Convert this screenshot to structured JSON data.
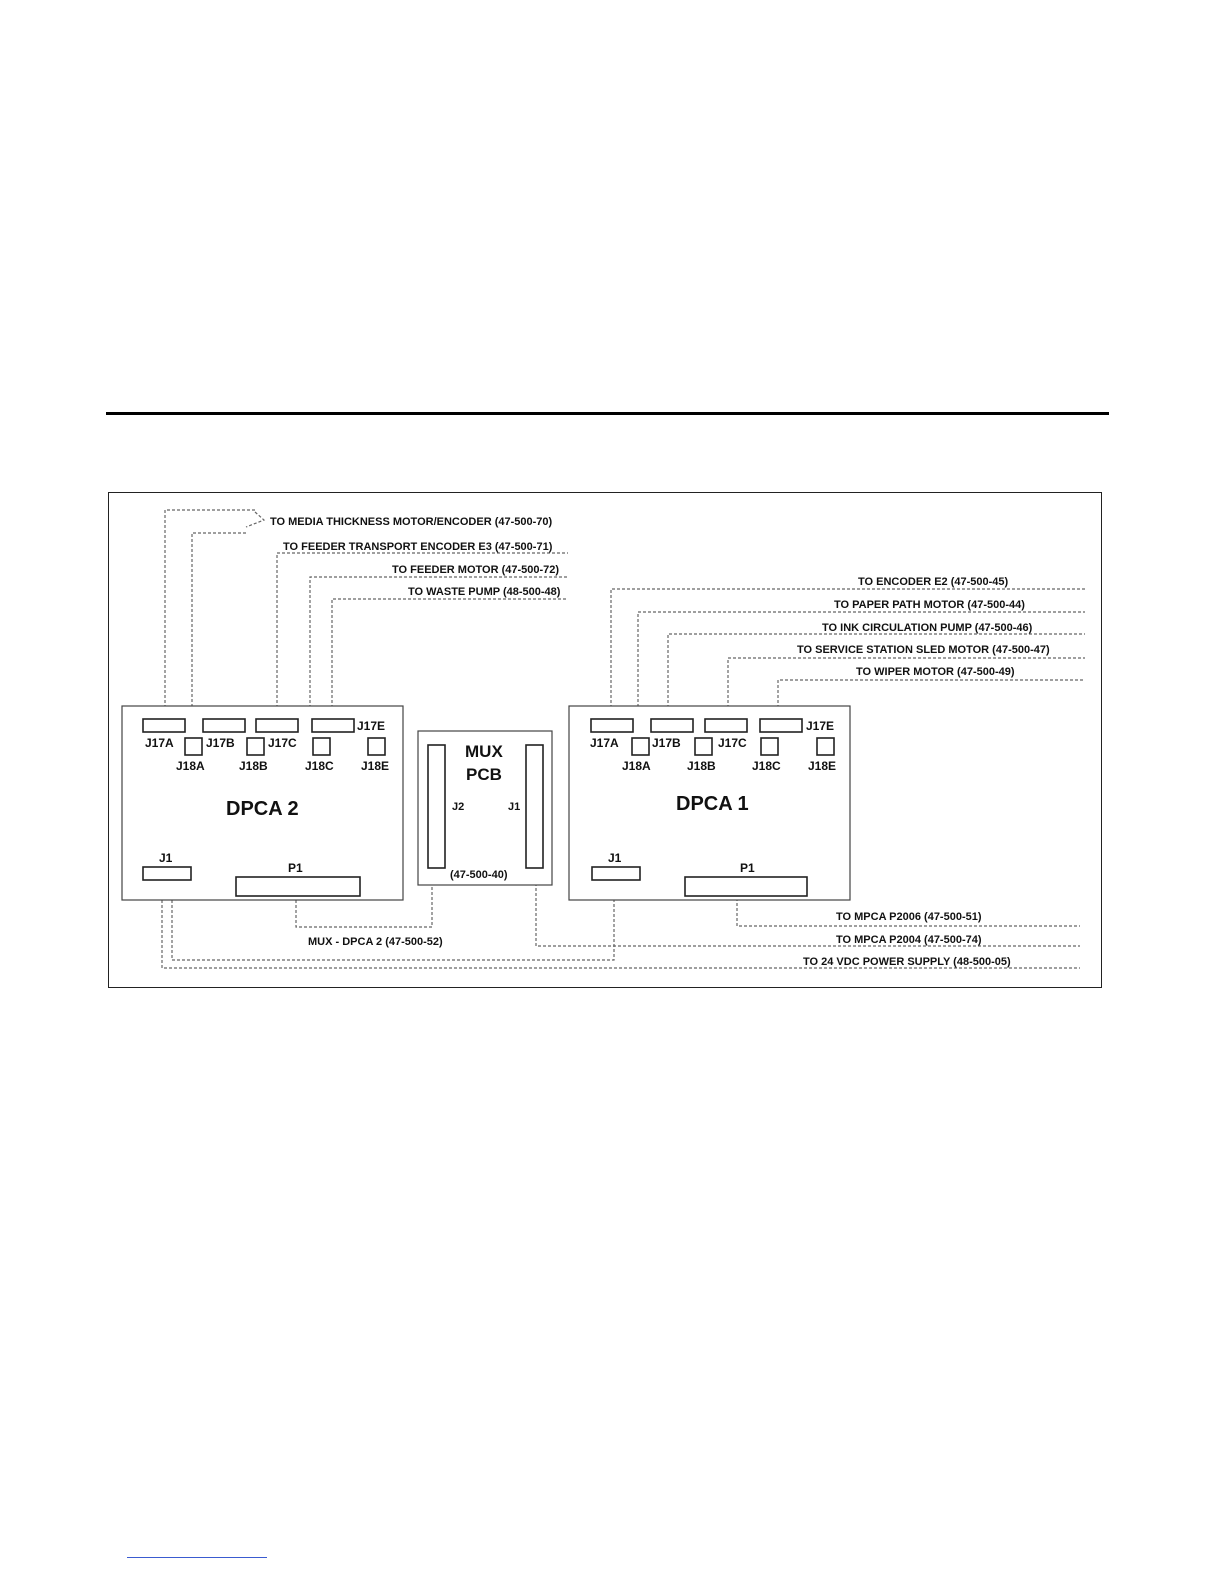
{
  "cables_top_left": [
    {
      "id": "c70",
      "text": "TO MEDIA THICKNESS MOTOR/ENCODER (47-500-70)"
    },
    {
      "id": "c71",
      "text": "TO FEEDER TRANSPORT ENCODER E3 (47-500-71)"
    },
    {
      "id": "c72",
      "text": "TO FEEDER MOTOR (47-500-72)"
    },
    {
      "id": "c48",
      "text": "TO WASTE PUMP (48-500-48)"
    }
  ],
  "cables_top_right": [
    {
      "id": "c45",
      "text": "TO ENCODER E2 (47-500-45)"
    },
    {
      "id": "c44",
      "text": "TO PAPER PATH MOTOR (47-500-44)"
    },
    {
      "id": "c46",
      "text": "TO INK CIRCULATION PUMP (47-500-46)"
    },
    {
      "id": "c47",
      "text": "TO SERVICE STATION SLED MOTOR (47-500-47)"
    },
    {
      "id": "c49",
      "text": "TO WIPER MOTOR (47-500-49)"
    }
  ],
  "cables_bottom": [
    {
      "id": "c51",
      "text": "TO MPCA P2006 (47-500-51)"
    },
    {
      "id": "c74",
      "text": "TO MPCA P2004 (47-500-74)"
    },
    {
      "id": "c05",
      "text": "TO 24 VDC POWER SUPPLY (48-500-05)"
    },
    {
      "id": "c52",
      "text": "MUX - DPCA 2 (47-500-52)"
    }
  ],
  "dpca2": {
    "title": "DPCA 2",
    "j17": [
      "J17A",
      "J17B",
      "J17C",
      "J17E"
    ],
    "j18": [
      "J18A",
      "J18B",
      "J18C",
      "J18E"
    ],
    "j1": "J1",
    "p1": "P1"
  },
  "dpca1": {
    "title": "DPCA 1",
    "j17": [
      "J17A",
      "J17B",
      "J17C",
      "J17E"
    ],
    "j18": [
      "J18A",
      "J18B",
      "J18C",
      "J18E"
    ],
    "j1": "J1",
    "p1": "P1"
  },
  "mux": {
    "title_line1": "MUX",
    "title_line2": "PCB",
    "j2": "J2",
    "j1": "J1",
    "part": "(47-500-40)"
  }
}
